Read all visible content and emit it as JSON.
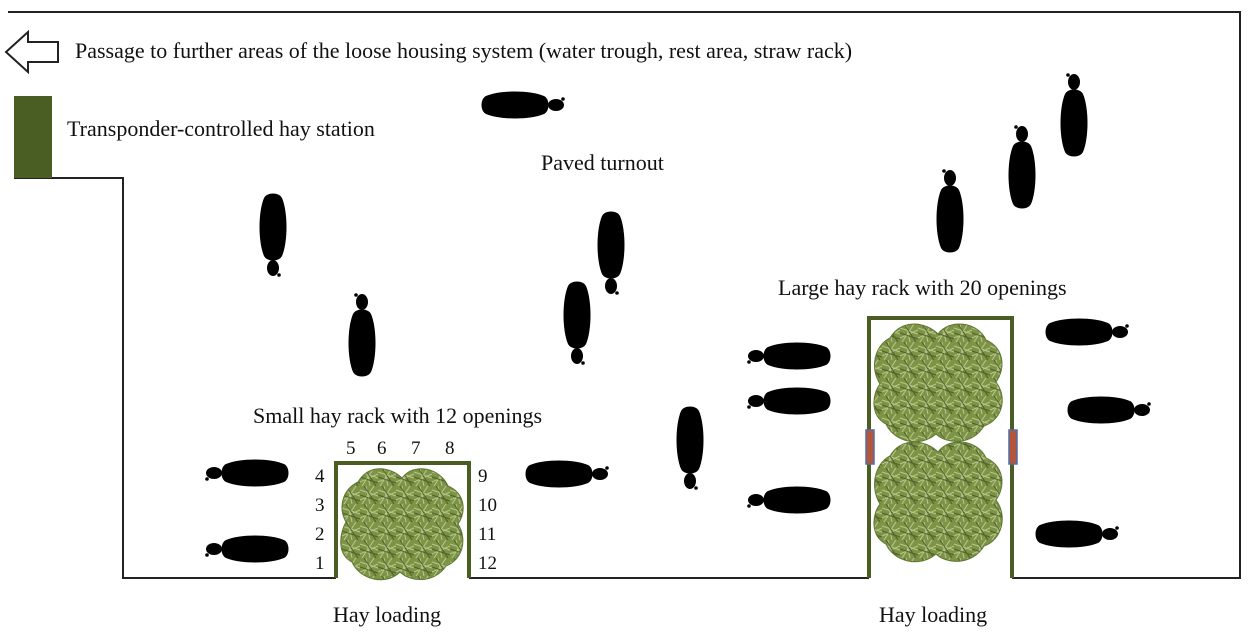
{
  "legend": {
    "passage_text": "Passage to further areas of the loose housing system (water trough, rest area, straw rack)",
    "hay_station_text": "Transponder-controlled hay station",
    "hay_station_color": "#4a5e23"
  },
  "areas": {
    "paved_turnout": "Paved turnout",
    "small_rack_title": "Small hay rack with 12 openings",
    "large_rack_title": "Large hay rack with 20 openings",
    "hay_loading_left": "Hay loading",
    "hay_loading_right": "Hay loading"
  },
  "small_rack_openings": {
    "top": [
      "5",
      "6",
      "7",
      "8"
    ],
    "left": [
      "4",
      "3",
      "2",
      "1"
    ],
    "right": [
      "9",
      "10",
      "11",
      "12"
    ]
  },
  "colors": {
    "rack_frame": "#4a5e23",
    "hay": "#6f8a3c",
    "gate_marker": "#b5553a",
    "gate_marker_border": "#4f6fa8"
  }
}
